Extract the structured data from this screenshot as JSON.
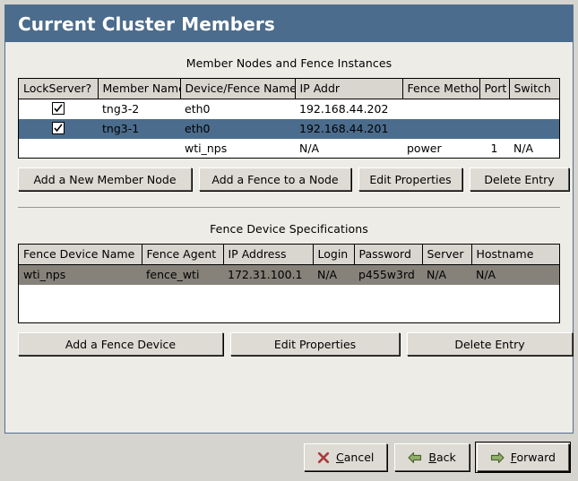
{
  "window": {
    "title": "Current Cluster Members"
  },
  "upper_section": {
    "title": "Member Nodes and Fence Instances",
    "columns": [
      "LockServer?",
      "Member Name",
      "Device/Fence Name",
      "IP Addr",
      "Fence Method",
      "Port",
      "Switch"
    ],
    "rows": [
      {
        "lockserver_checked": true,
        "member_name": "tng3-2",
        "device_fence_name": "eth0",
        "ip_addr": "192.168.44.202",
        "fence_method": "",
        "port": "",
        "switch": "",
        "state": "normal"
      },
      {
        "lockserver_checked": true,
        "member_name": "tng3-1",
        "device_fence_name": "eth0",
        "ip_addr": "192.168.44.201",
        "fence_method": "",
        "port": "",
        "switch": "",
        "state": "selected"
      },
      {
        "lockserver_checked": false,
        "member_name": "",
        "device_fence_name": "wti_nps",
        "ip_addr": "N/A",
        "fence_method": "power",
        "port": "1",
        "switch": "N/A",
        "state": "normal"
      }
    ],
    "buttons": [
      "Add a New Member Node",
      "Add a Fence to a Node",
      "Edit Properties",
      "Delete Entry"
    ]
  },
  "lower_section": {
    "title": "Fence Device Specifications",
    "columns": [
      "Fence Device Name",
      "Fence Agent",
      "IP Address",
      "Login",
      "Password",
      "Server",
      "Hostname"
    ],
    "rows": [
      {
        "fence_device_name": "wti_nps",
        "fence_agent": "fence_wti",
        "ip_address": "172.31.100.1",
        "login": "N/A",
        "password": "p455w3rd",
        "server": "N/A",
        "hostname": "N/A",
        "state": "selected"
      }
    ],
    "buttons": [
      "Add a Fence Device",
      "Edit Properties",
      "Delete Entry"
    ]
  },
  "footer": {
    "cancel": {
      "label_pre": "",
      "mnemonic": "C",
      "label_post": "ancel",
      "icon": "cancel-x-icon"
    },
    "back": {
      "label_pre": "",
      "mnemonic": "B",
      "label_post": "ack",
      "icon": "arrow-left-icon"
    },
    "forward": {
      "label_pre": "",
      "mnemonic": "F",
      "label_post": "orward",
      "icon": "arrow-right-icon",
      "focused": true
    }
  },
  "colors": {
    "titlebar": "#4b6c8c",
    "selection_focused": "#4b6c8c",
    "selection_unfocused": "#86827a",
    "panel_bg": "#eeece7",
    "window_bg": "#d6d4ce",
    "button_face": "#dedbd4",
    "header_face": "#d9d6d0",
    "accent_green": "#7ba05b",
    "accent_red": "#aa3b3b"
  }
}
